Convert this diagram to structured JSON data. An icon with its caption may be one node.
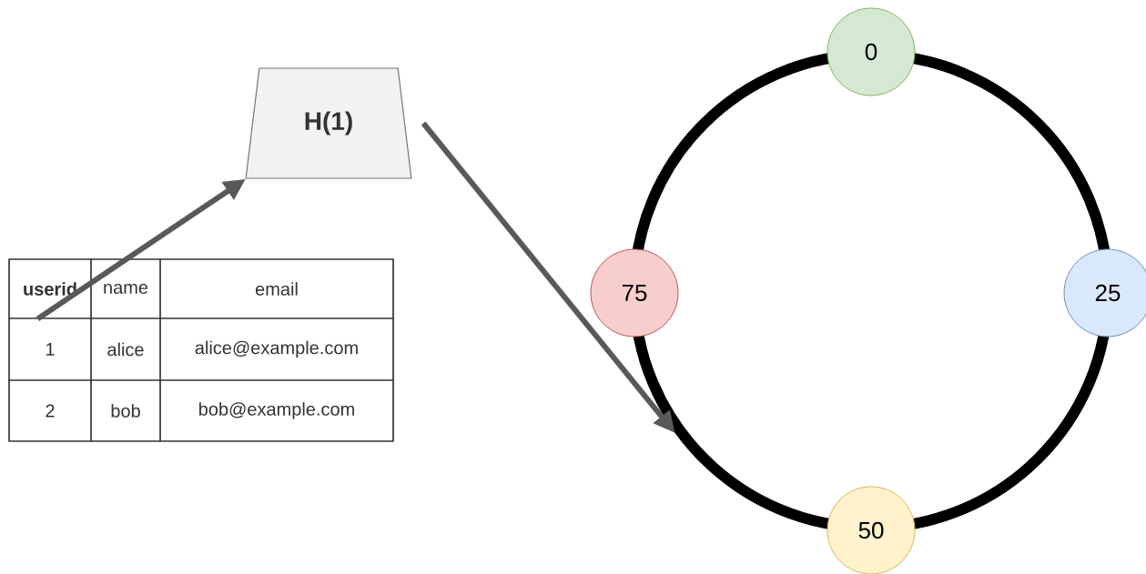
{
  "diagram": {
    "nodes": [
      {
        "text": [
          "userid",
          "name",
          "email",
          "1",
          "alice",
          "alice@example.com",
          "2",
          "bob",
          "bob@example.com"
        ]
      },
      {
        "text": [
          "H(1)"
        ]
      },
      {
        "text": [],
        "shape": "circle"
      },
      {
        "text": [
          "0"
        ]
      },
      {
        "text": [
          "75"
        ]
      },
      {
        "text": [
          "25"
        ]
      },
      {
        "text": [
          "50"
        ]
      }
    ],
    "edges": [
      {
        "from": 0,
        "to": 1,
        "arrow": "to"
      },
      {
        "from": 1,
        "to": 2,
        "arrow": "to"
      }
    ]
  }
}
